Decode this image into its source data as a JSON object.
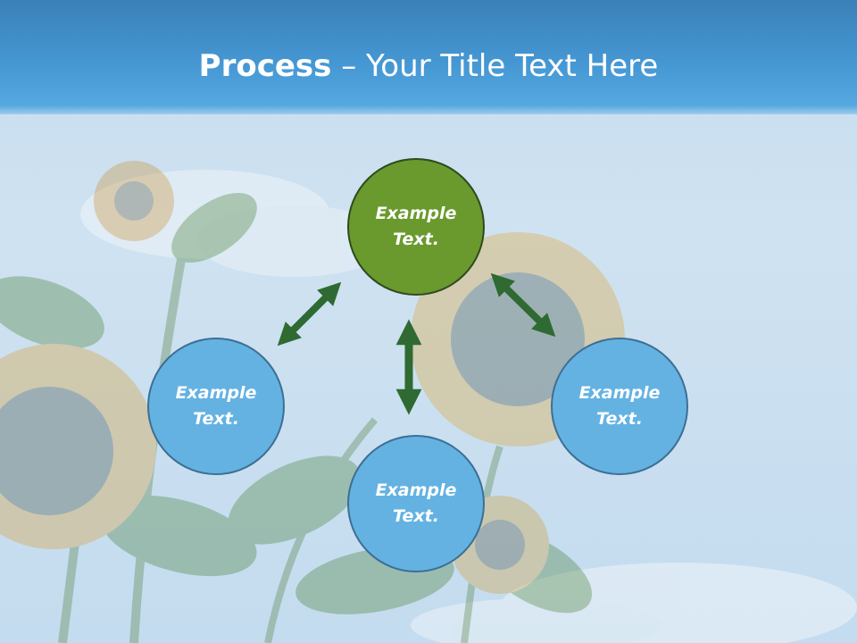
{
  "title": {
    "bold": "Process",
    "separator": " – ",
    "rest": "Your Title Text Here"
  },
  "nodes": {
    "top": {
      "line1": "Example",
      "line2": "Text.",
      "color": "#6a9a2e"
    },
    "left": {
      "line1": "Example",
      "line2": "Text.",
      "color": "#64b2e2"
    },
    "right": {
      "line1": "Example",
      "line2": "Text.",
      "color": "#64b2e2"
    },
    "bottom": {
      "line1": "Example",
      "line2": "Text.",
      "color": "#64b2e2"
    }
  },
  "arrow_color": "#2e6a32",
  "background": "faded sunflowers against blue sky with clouds"
}
